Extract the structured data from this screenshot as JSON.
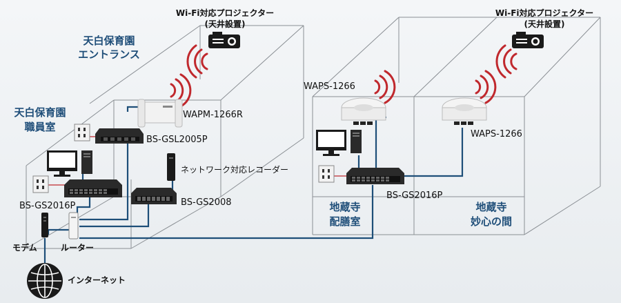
{
  "labels": {
    "projector_left": "Wi-Fi対応プロジェクター",
    "projector_left_sub": "(天井設置)",
    "projector_right": "Wi-Fi対応プロジェクター",
    "projector_right_sub": "(天井設置)",
    "room_entrance_1": "天白保育園",
    "room_entrance_2": "エントランス",
    "room_staff_1": "天白保育園",
    "room_staff_2": "職員室",
    "room_hall_1": "地蔵寺",
    "room_hall_2": "配膳室",
    "room_myoshin_1": "地蔵寺",
    "room_myoshin_2": "妙心の間",
    "ap_left": "WAPM-1266R",
    "ap_mid": "WAPS-1266",
    "ap_right": "WAPS-1266",
    "switch_gsl": "BS-GSL2005P",
    "switch_gs2008": "BS-GS2008",
    "switch_gs2016_left": "BS-GS2016P",
    "switch_gs2016_right": "BS-GS2016P",
    "recorder": "ネットワーク対応レコーダー",
    "modem": "モデム",
    "router": "ルーター",
    "internet": "インターネット"
  },
  "colors": {
    "cable": "#1d4e78",
    "wireless": "#c0282d",
    "room_edge": "#8a8f94",
    "room_label": "#1f4e79"
  }
}
